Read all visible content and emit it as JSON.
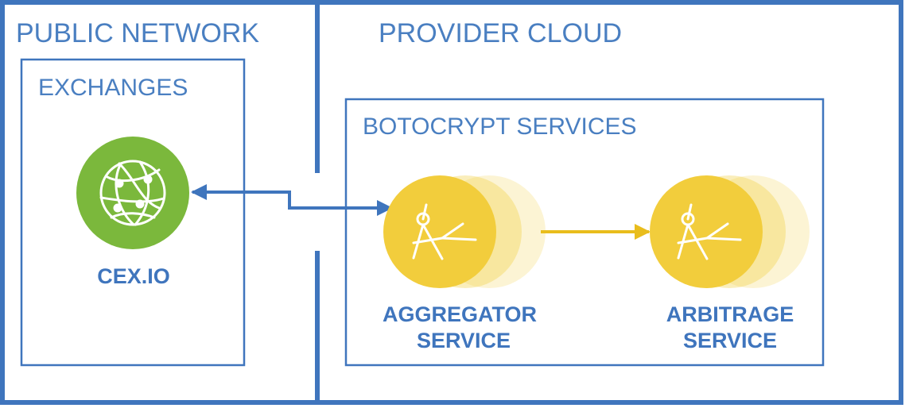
{
  "zones": {
    "public_network": "PUBLIC NETWORK",
    "provider_cloud": "PROVIDER CLOUD"
  },
  "groups": {
    "exchanges": "EXCHANGES",
    "botocrypt_services": "BOTOCRYPT SERVICES"
  },
  "nodes": {
    "cex": {
      "label": "CEX.IO",
      "icon": "globe-icon",
      "color": "#7bb83c"
    },
    "aggregator": {
      "line1": "AGGREGATOR",
      "line2": "SERVICE",
      "icon": "compass-icon",
      "color": "#f2cd3c"
    },
    "arbitrage": {
      "line1": "ARBITRAGE",
      "line2": "SERVICE",
      "icon": "compass-icon",
      "color": "#f2cd3c"
    }
  },
  "colors": {
    "border": "#3f75bd",
    "text": "#4a7fc1",
    "connector_blue": "#3f75bd",
    "connector_yellow": "#e9bd1c"
  }
}
